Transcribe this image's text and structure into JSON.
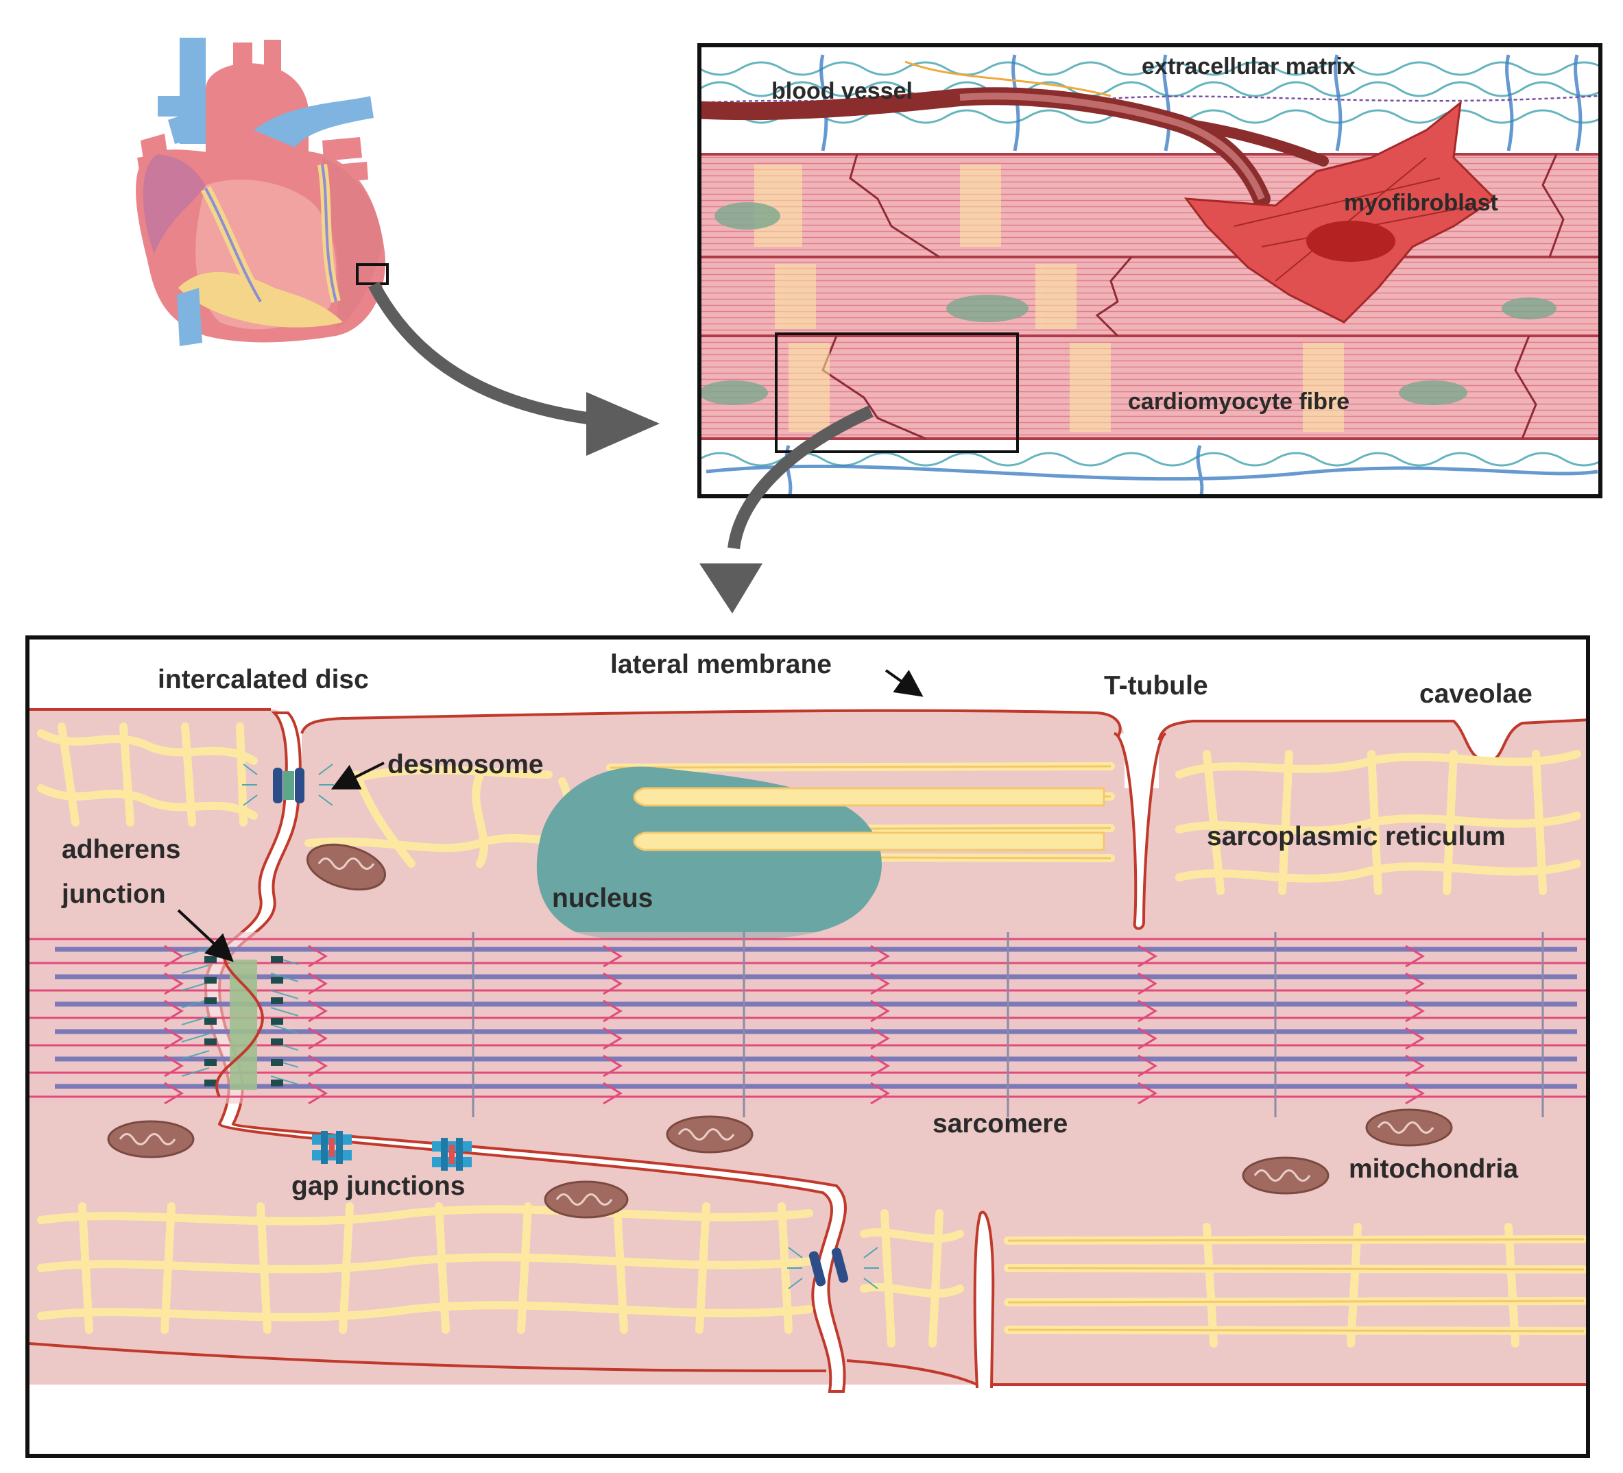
{
  "colors": {
    "cell_fill": "#ecc8c7",
    "membrane": "#c0392b",
    "reticulum": "#fde8a2",
    "nucleus": "#6aa6a3",
    "mitochondria": "#a06a60",
    "myofibroblast": "#e05050",
    "blood_vessel": "#8b2d2d",
    "actin": "#e14b7a",
    "myosin": "#7b79b8",
    "gap_junction": "#2ea0cf",
    "desmosome": "#2c4d8a",
    "frame": "#111111",
    "arrow": "#5d5d5d",
    "heart_red": "#e9848a",
    "heart_blue": "#7fb3e0",
    "heart_fat": "#f4d58a"
  },
  "heart": {
    "icon": "anatomical-heart-icon"
  },
  "tissue_panel": {
    "labels": {
      "extracellular_matrix": "extracellular matrix",
      "blood_vessel": "blood vessel",
      "myofibroblast": "myofibroblast",
      "cardiomyocyte_fibre": "cardiomyocyte fibre"
    }
  },
  "cell_panel": {
    "labels": {
      "intercalated_disc": "intercalated disc",
      "lateral_membrane": "lateral membrane",
      "t_tubule": "T-tubule",
      "caveolae": "caveolae",
      "desmosome": "desmosome",
      "adherens_line1": "adherens",
      "adherens_line2": "junction",
      "sarcoplasmic_reticulum": "sarcoplasmic reticulum",
      "nucleus": "nucleus",
      "sarcomere": "sarcomere",
      "mitochondria": "mitochondria",
      "gap_junctions": "gap junctions"
    }
  }
}
